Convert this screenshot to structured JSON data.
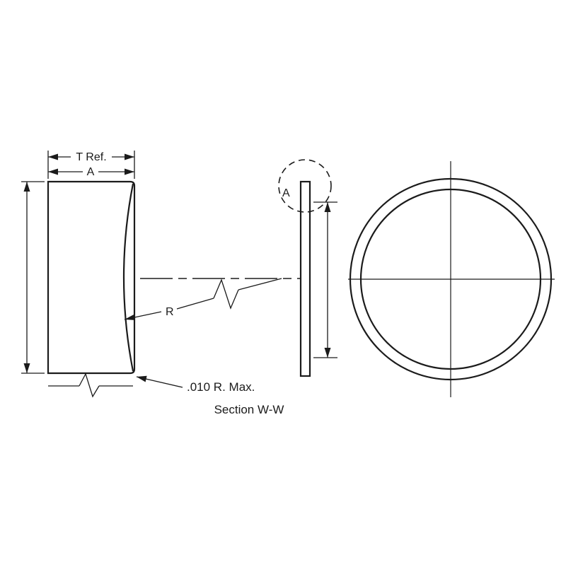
{
  "colors": {
    "line": "#1b1b1b",
    "background": "#ffffff"
  },
  "drawing": {
    "left_view": {
      "dim_thickness_ref": "T Ref.",
      "dim_a": "A",
      "radius_label": "R",
      "corner_radius_note": ".010 R. Max.",
      "caption": "Section W-W"
    },
    "right_view": {
      "detail_callout": "A"
    }
  }
}
